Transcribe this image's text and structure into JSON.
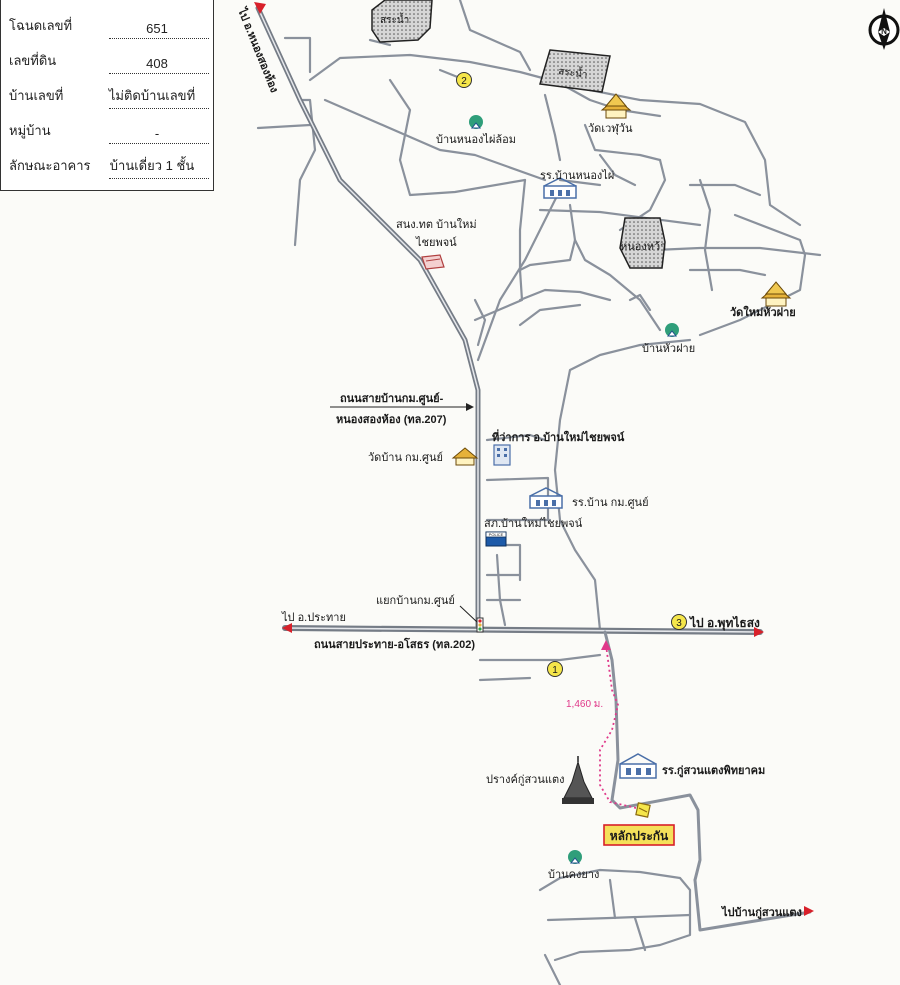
{
  "info_table": {
    "rows": [
      {
        "label": "โฉนดเลขที่",
        "value": "651"
      },
      {
        "label": "เลขที่ดิน",
        "value": "408"
      },
      {
        "label": "บ้านเลขที่",
        "value": "ไม่ติดบ้านเลขที่"
      },
      {
        "label": "หมู่บ้าน",
        "value": "-"
      },
      {
        "label": "ลักษณะอาคาร",
        "value": "บ้านเดี่ยว 1 ชั้น"
      }
    ]
  },
  "compass": {
    "letter": "N"
  },
  "labels": {
    "to_nong_song_hong": "ไป อ.หนองสองห้อง",
    "pond1": "สระน้ำ",
    "pond2": "สระน้ำ",
    "route2": "2",
    "ban_nong_phai_lom": "บ้านหนองไผ่ล้อม",
    "wat_wet_wan": "วัดเวฬุวัน",
    "school_nong_phai": "รร.บ้านหนองไผ่",
    "health_center_line1": "สนง.ทต บ้านใหม่",
    "health_center_line2": "ไชยพจน์",
    "nong_wa": "หนองหว้า",
    "wat_mai_hua_fai": "วัดใหม่หัวฝาย",
    "ban_hua_fai": "บ้านหัวฝาย",
    "road207_line1": "ถนนสายบ้านกม.ศูนย์-",
    "road207_line2": "หนองสองห้อง (ทล.207)",
    "district_office": "ที่ว่าการ อ.บ้านใหม่ไชยพจน์",
    "wat_kom_sun": "วัดบ้าน กม.ศูนย์",
    "school_kom_sun": "รร.บ้าน กม.ศูนย์",
    "police_station": "สภ.บ้านใหม่ไชยพจน์",
    "police_sign": "POLICE",
    "junction_kom_sun": "แยกบ้านกม.ศูนย์",
    "to_prakhon_chai": "ไป อ.ประทาย",
    "route3": "3",
    "to_phutthaisong": "ไป อ.พุทไธสง",
    "road202": "ถนนสายประทาย-อโสธร (ทล.202)",
    "route1": "1",
    "distance": "1,460 ม.",
    "school_ku_suan_taeng": "รร.กู่สวนแตงพิทยาคม",
    "prang_ku_suan_taeng": "ปรางค์กู่สวนแตง",
    "collateral": "หลักประกัน",
    "ban_khong_yang": "บ้านคงยาง",
    "to_ban_ku_suan_taeng": "ไปบ้านกู่สวนแตง"
  },
  "colors": {
    "road": "#8a919c",
    "highway": "#757c86",
    "pond_fill": "#c8c8c8",
    "marker_yellow": "#f5e64a",
    "collateral_box": "#f5e05a",
    "distance_line": "#e0398a",
    "arrow_red": "#d8202a",
    "building_blue": "#4a6fa8",
    "tree_green": "#2f9e7a"
  }
}
